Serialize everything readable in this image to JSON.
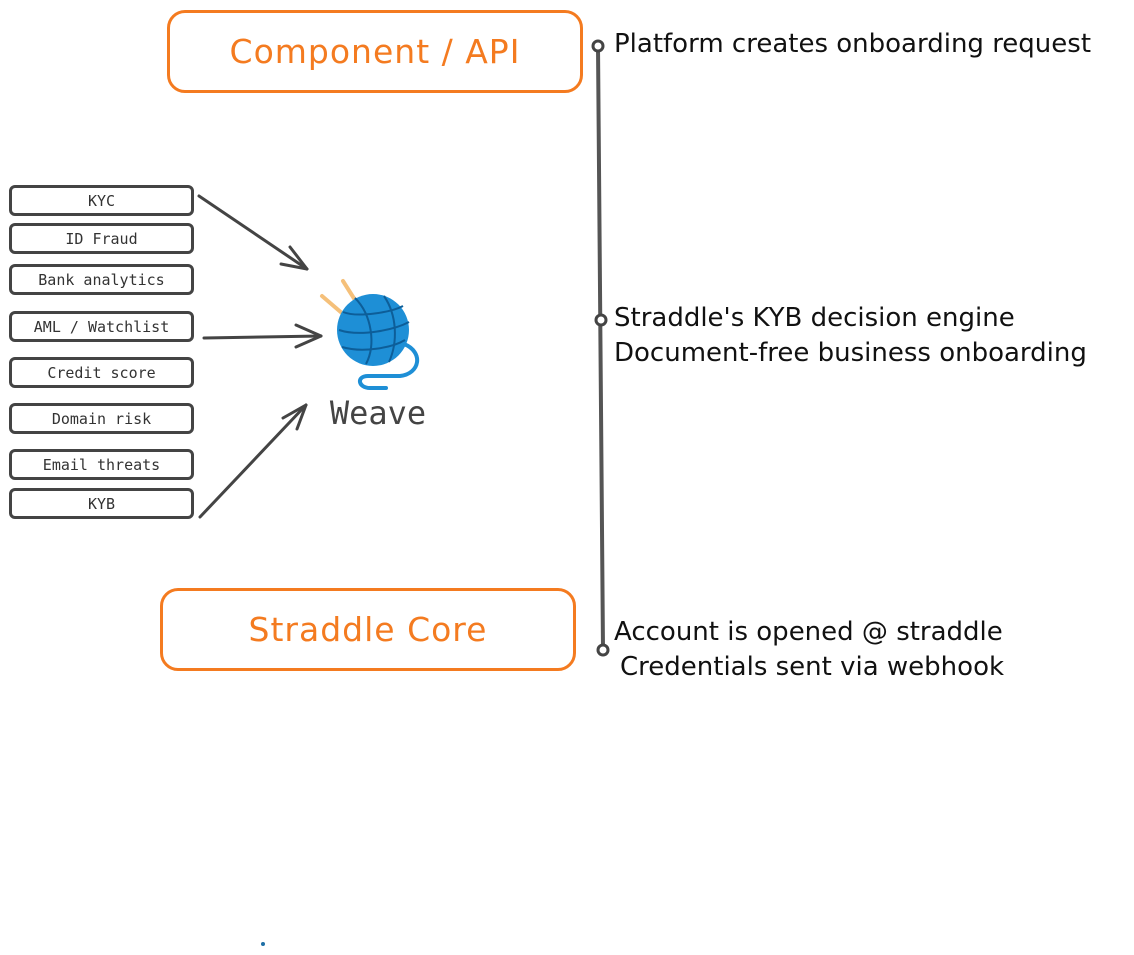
{
  "diagram": {
    "top_box": {
      "label": "Component / API"
    },
    "bottom_box": {
      "label": "Straddle Core"
    },
    "center_node": {
      "label": "Weave",
      "icon": "yarn-ball-icon"
    },
    "sources": [
      {
        "label": "KYC"
      },
      {
        "label": "ID Fraud"
      },
      {
        "label": "Bank analytics"
      },
      {
        "label": "AML / Watchlist"
      },
      {
        "label": "Credit score"
      },
      {
        "label": "Domain risk"
      },
      {
        "label": "Email threats"
      },
      {
        "label": "KYB"
      }
    ],
    "timeline": {
      "steps": [
        {
          "lines": [
            "Platform creates onboarding request"
          ]
        },
        {
          "lines": [
            "Straddle's KYB decision engine",
            "Document-free business onboarding"
          ]
        },
        {
          "lines": [
            "Account is opened @ straddle",
            "Credentials sent via webhook"
          ]
        }
      ]
    }
  },
  "colors": {
    "accent": "#f47b20",
    "stroke": "#444444",
    "yarn": "#1e8fd6",
    "needles": "#f5c07a"
  }
}
